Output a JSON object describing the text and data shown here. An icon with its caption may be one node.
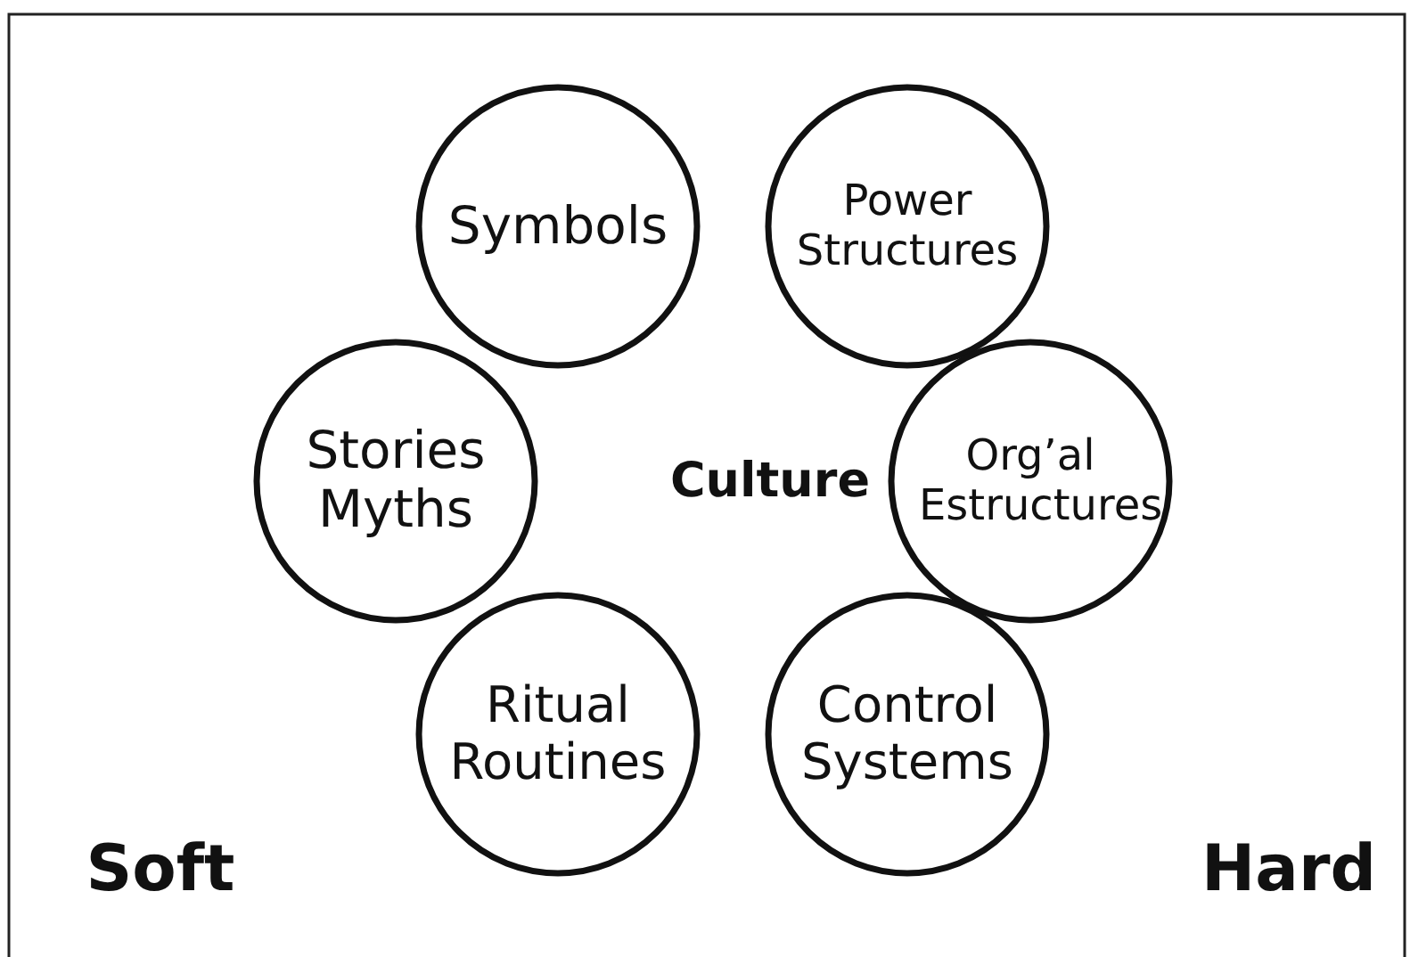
{
  "diagram": {
    "nodes": [
      {
        "text": [
          "Symbols"
        ]
      },
      {
        "text": [
          "Power Structures"
        ]
      },
      {
        "text": [
          "Org’al Estructures"
        ]
      },
      {
        "text": [
          "Control Systems"
        ]
      },
      {
        "text": [
          "Ritual Routines"
        ]
      },
      {
        "text": [
          "Stories Myths"
        ]
      }
    ],
    "labels": [
      "Culture",
      "Soft",
      "Hard"
    ]
  }
}
